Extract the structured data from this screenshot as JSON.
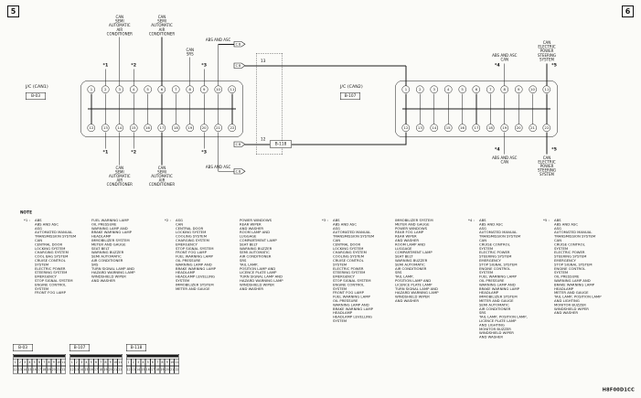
{
  "page": {
    "left_page_number": "5",
    "right_page_number": "6",
    "note_title": "NOTE",
    "diagram_code": "H8F00D1CC"
  },
  "offpage_marker": {
    "label": "C B"
  },
  "b118": {
    "label": "B-118",
    "top_pin": "13",
    "bottom_pin": "12"
  },
  "connectors": [
    {
      "id": "can1",
      "title": "J/C (CAN1)",
      "ref": "B-03",
      "top_pins": [
        "1",
        "2",
        "3",
        "4",
        "5",
        "6",
        "7",
        "8",
        "9",
        "10",
        "11"
      ],
      "bottom_pins": [
        "12",
        "13",
        "14",
        "15",
        "16",
        "17",
        "18",
        "19",
        "20",
        "21",
        "22"
      ],
      "top_leads": [
        {
          "pin": 2,
          "kind": "star",
          "text": "*1"
        },
        {
          "pin": 3,
          "kind": "label",
          "lines": [
            "CAN",
            "SEMI",
            "AUTOMATIC",
            "AIR",
            "CONDITIONER"
          ]
        },
        {
          "pin": 4,
          "kind": "star",
          "text": "*2"
        },
        {
          "pin": 6,
          "kind": "label",
          "lines": [
            "CAN",
            "SEMI",
            "AUTOMATIC",
            "AIR",
            "CONDITIONER"
          ]
        },
        {
          "pin": 8,
          "kind": "label",
          "lines": [
            "CAN",
            "SRS"
          ]
        },
        {
          "pin": 9,
          "kind": "star",
          "text": "*3"
        },
        {
          "pin": 10,
          "kind": "marker",
          "lines": [
            "ABS AND ASC"
          ]
        }
      ],
      "bottom_leads": [
        {
          "pin": 13,
          "kind": "star",
          "text": "*1"
        },
        {
          "pin": 14,
          "kind": "label",
          "lines": [
            "CAN",
            "SEMI",
            "AUTOMATIC",
            "AIR",
            "CONDITIONER"
          ]
        },
        {
          "pin": 15,
          "kind": "star",
          "text": "*2"
        },
        {
          "pin": 17,
          "kind": "label",
          "lines": [
            "CAN",
            "SEMI",
            "AUTOMATIC",
            "AIR",
            "CONDITIONER"
          ]
        },
        {
          "pin": 20,
          "kind": "star",
          "text": "*3"
        },
        {
          "pin": 21,
          "kind": "marker",
          "lines": [
            "ABS AND ASC"
          ]
        }
      ]
    },
    {
      "id": "can2",
      "title": "J/C (CAN2)",
      "ref": "B-107",
      "top_pins": [
        "1",
        "2",
        "3",
        "4",
        "5",
        "6",
        "7",
        "8",
        "9",
        "10",
        "11"
      ],
      "bottom_pins": [
        "12",
        "13",
        "14",
        "15",
        "16",
        "17",
        "18",
        "19",
        "20",
        "21",
        "22"
      ],
      "top_leads": [
        {
          "pin": 8,
          "kind": "starlabel",
          "text": "*4",
          "side": "left",
          "lines": [
            "ABS AND ASC",
            "CAN"
          ]
        },
        {
          "pin": 11,
          "kind": "starlabel",
          "text": "*5",
          "side": "right",
          "lines": [
            "CAN",
            "ELECTRIC",
            "POWER",
            "STEERING",
            "SYSTEM"
          ]
        }
      ],
      "bottom_leads": [
        {
          "pin": 19,
          "kind": "starlabel",
          "text": "*4",
          "side": "left",
          "lines": [
            "ABS AND ASC",
            "CAN"
          ]
        },
        {
          "pin": 22,
          "kind": "starlabel",
          "text": "*5",
          "side": "right",
          "lines": [
            "CAN",
            "ELECTRIC",
            "POWER",
            "STEERING",
            "SYSTEM"
          ]
        }
      ]
    }
  ],
  "notes": [
    {
      "id": "*1",
      "cols": [
        [
          "ABS",
          "ABS AND ASC",
          "ASG",
          "AUTOMATED MANUAL",
          "TRANSMISSION SYSTEM",
          "CAN",
          "CENTRAL DOOR",
          "LOCKING SYSTEM",
          "CHARGING SYSTEM",
          "COOL BAG SYSTEM",
          "CRUISE CONTROL",
          "SYSTEM",
          "ELECTRIC POWER",
          "STEERING SYSTEM",
          "EMERGENCY",
          "STOP SIGNAL SYSTEM",
          "ENGINE CONTROL",
          "SYSTEM",
          "FRONT FOG LAMP"
        ],
        [
          "FUEL WARNING LAMP",
          "OIL PRESSURE",
          "WARNING LAMP AND",
          "BRAKE WARNING LAMP",
          "HEADLAMP",
          "IMMOBILIZER SYSTEM",
          "METER AND GAUGE",
          "SEAT BELT",
          "WARNING BUZZER",
          "SEMI AUTOMATIC",
          "AIR CONDITIONER",
          "SRS",
          "TURN SIGNAL LAMP AND",
          "HAZARD WARNING LAMP",
          "WINDSHIELD WIPER",
          "AND WASHER"
        ]
      ]
    },
    {
      "id": "*2",
      "cols": [
        [
          "ASG",
          "CAN",
          "CENTRAL DOOR",
          "LOCKING SYSTEM",
          "COOLING SYSTEM",
          "CHARGING SYSTEM",
          "EMERGENCY",
          "STOP SIGNAL SYSTEM",
          "FRONT FOG LAMP",
          "FUEL WARNING LAMP",
          "OIL PRESSURE",
          "WARNING LAMP AND",
          "BRAKE WARNING LAMP",
          "HEADLAMP",
          "HEADLAMP LEVELLING",
          "SYSTEM",
          "IMMOBILIZER SYSTEM",
          "METER AND GAUGE"
        ],
        [
          "POWER WINDOWS",
          "REAR WIPER",
          "AND WASHER",
          "ROOM LAMP AND",
          "LUGGAGE",
          "COMPARTMENT LAMP",
          "SEAT BELT",
          "WARNING BUZZER",
          "SEMI AUTOMATIC",
          "AIR CONDITIONER",
          "SRS",
          "TAIL LAMP,",
          "POSITION LAMP AND",
          "LICENCE PLATE LAMP",
          "TURN SIGNAL LAMP AND",
          "HAZARD WARNING LAMP",
          "WINDSHIELD WIPER",
          "AND WASHER"
        ]
      ]
    },
    {
      "id": "*3",
      "cols": [
        [
          "ABS",
          "ABS AND ASC",
          "ASG",
          "AUTOMATED MANUAL",
          "TRANSMISSION SYSTEM",
          "CAN",
          "CENTRAL DOOR",
          "LOCKING SYSTEM",
          "CHARGING SYSTEM",
          "COOLING SYSTEM",
          "CRUISE CONTROL",
          "SYSTEM",
          "ELECTRIC POWER",
          "STEERING SYSTEM",
          "EMERGENCY",
          "STOP SIGNAL SYSTEM",
          "ENGINE CONTROL",
          "SYSTEM",
          "FRONT FOG LAMP",
          "FUEL WARNING LAMP",
          "OIL PRESSURE",
          "WARNING LAMP AND",
          "BRAKE WARNING LAMP",
          "HEADLAMP",
          "HEADLAMP LEVELLING",
          "SYSTEM"
        ],
        [
          "IMMOBILIZER SYSTEM",
          "METER AND GAUGE",
          "POWER WINDOWS",
          "REAR FOG LAMP",
          "REAR WIPER",
          "AND WASHER",
          "ROOM LAMP AND",
          "LUGGAGE",
          "COMPARTMENT LAMP",
          "SEAT BELT",
          "WARNING BUZZER",
          "SEMI AUTOMATIC",
          "AIR CONDITIONER",
          "SRS",
          "TAIL LAMP,",
          "POSITION LAMP AND",
          "LICENCE PLATE LAMP",
          "TURN SIGNAL LAMP AND",
          "HAZARD WARNING LAMP",
          "WINDSHIELD WIPER",
          "AND WASHER"
        ]
      ]
    },
    {
      "id": "*4",
      "cols": [
        [
          "ABS",
          "ABS AND ASC",
          "ASG",
          "AUTOMATED MANUAL",
          "TRANSMISSION SYSTEM",
          "CAN",
          "CRUISE CONTROL",
          "SYSTEM",
          "ELECTRIC POWER",
          "STEERING SYSTEM",
          "EMERGENCY",
          "STOP SIGNAL SYSTEM",
          "ENGINE CONTROL",
          "SYSTEM",
          "FUEL WARNING LAMP",
          "OIL PRESSURE",
          "WARNING LAMP AND",
          "BRAKE WARNING LAMP",
          "HEADLAMP",
          "IMMOBILIZER SYSTEM",
          "METER AND GAUGE",
          "SEMI AUTOMATIC",
          "AIR CONDITIONER",
          "SRS",
          "TAIL LAMP, POSITION LAMP,",
          "LICENCE PLATE LAMP",
          "AND LIGHTING",
          "MONITOR BUZZER",
          "WINDSHIELD WIPER",
          "AND WASHER"
        ]
      ]
    },
    {
      "id": "*5",
      "cols": [
        [
          "ABS",
          "ABS AND ASC",
          "ASG",
          "AUTOMATED MANUAL",
          "TRANSMISSION SYSTEM",
          "CAN",
          "CRUISE CONTROL",
          "SYSTEM",
          "ELECTRIC POWER",
          "STEERING SYSTEM",
          "EMERGENCY",
          "STOP SIGNAL SYSTEM",
          "ENGINE CONTROL",
          "SYSTEM",
          "OIL PRESSURE",
          "WARNING LAMP AND",
          "BRAKE WARNING LAMP",
          "HEADLAMP",
          "METER AND GAUGE",
          "TAIL LAMP, POSITION LAMP",
          "AND LIGHTING",
          "MONITOR BUZZER",
          "WINDSHIELD WIPER",
          "AND WASHER"
        ]
      ]
    }
  ],
  "faces": [
    {
      "label": "B-03",
      "rows": [
        [
          "1",
          "2",
          "3",
          "4",
          "5",
          "6",
          "7",
          "8",
          "9",
          "10",
          "11"
        ],
        [
          "12",
          "13",
          "14",
          "15",
          "16",
          "17",
          "18",
          "19",
          "20",
          "21",
          "22"
        ]
      ]
    },
    {
      "label": "B-107",
      "rows": [
        [
          "1",
          "2",
          "3",
          "4",
          "5",
          "6",
          "7",
          "8",
          "9",
          "10",
          "11"
        ],
        [
          "12",
          "13",
          "14",
          "15",
          "16",
          "17",
          "18",
          "19",
          "20",
          "21",
          "22"
        ]
      ]
    },
    {
      "label": "B-118",
      "rows": [
        [
          "1",
          "2",
          "3",
          "4",
          "5",
          "6",
          "7",
          "8",
          "9",
          "10",
          "11"
        ],
        [
          "12",
          "13",
          "14",
          "15",
          "16",
          "17",
          "18",
          "19",
          "20",
          "21",
          "22"
        ]
      ]
    }
  ]
}
